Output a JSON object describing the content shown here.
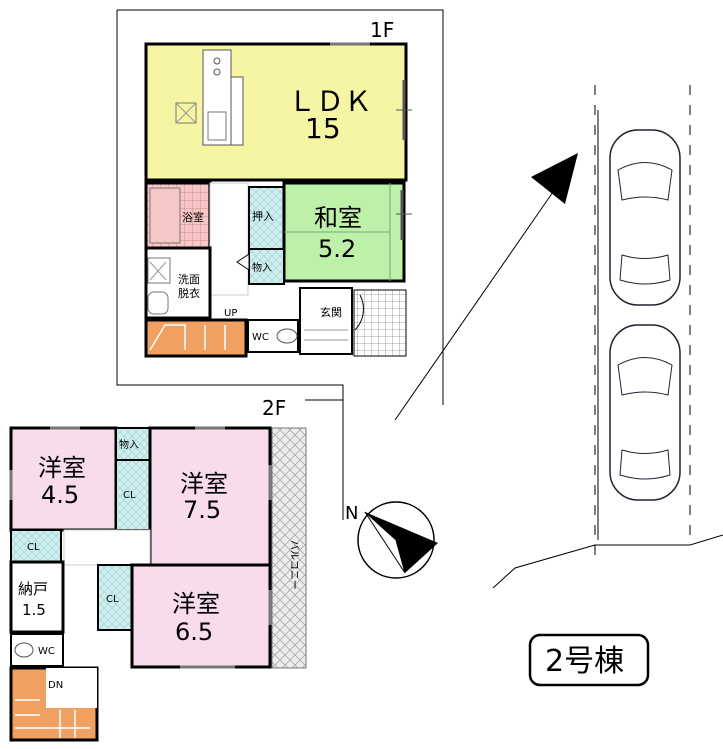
{
  "floor1": {
    "label": "1F",
    "rooms": {
      "ldk_name": "ＬＤＫ",
      "ldk_size": "15",
      "washitsu_name": "和室",
      "washitsu_size": "5.2",
      "bath": "浴室",
      "oshiire": "押入",
      "monoire": "物入",
      "senmen_line1": "洗面",
      "senmen_line2": "脱衣",
      "up": "UP",
      "wc": "WC",
      "genkan": "玄関"
    }
  },
  "floor2": {
    "label": "2F",
    "rooms": {
      "youshitsu1_name": "洋室",
      "youshitsu1_size": "4.5",
      "youshitsu2_name": "洋室",
      "youshitsu2_size": "7.5",
      "youshitsu3_name": "洋室",
      "youshitsu3_size": "6.5",
      "nando_name": "納戸",
      "nando_size": "1.5",
      "monoire": "物入",
      "cl": "CL",
      "wc": "WC",
      "dn": "DN",
      "balcony": "バルコニー"
    }
  },
  "compass": {
    "north_label": "N"
  },
  "building_label": "2号棟",
  "colors": {
    "ldk": "#f5f5a3",
    "washitsu": "#bdf0a8",
    "youshitsu": "#f9dceb",
    "stairs": "#f0a060",
    "wet": "#cfeef0",
    "bath_tile": "#f6c7c7"
  }
}
